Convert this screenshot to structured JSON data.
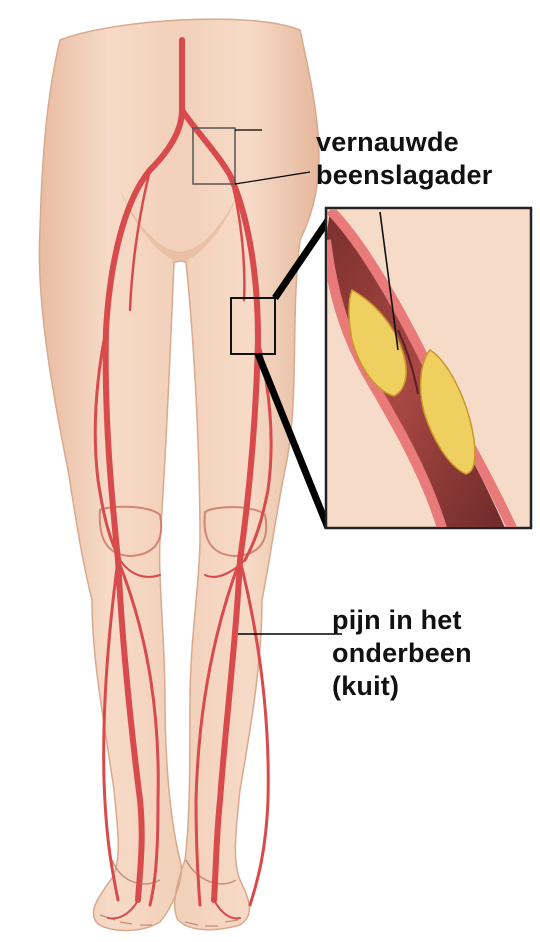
{
  "labels": {
    "narrowed_artery": [
      "vernauwde",
      "beenslagader"
    ],
    "calf_pain": [
      "pijn in het",
      "onderbeen",
      "(kuit)"
    ]
  },
  "colors": {
    "skin": "#f3d3bd",
    "skin_shadow": "#e2b296",
    "artery": "#d94a4c",
    "artery_outline": "#b2363b",
    "plaque": "#efcf5f",
    "pointer_line": "#000000"
  }
}
